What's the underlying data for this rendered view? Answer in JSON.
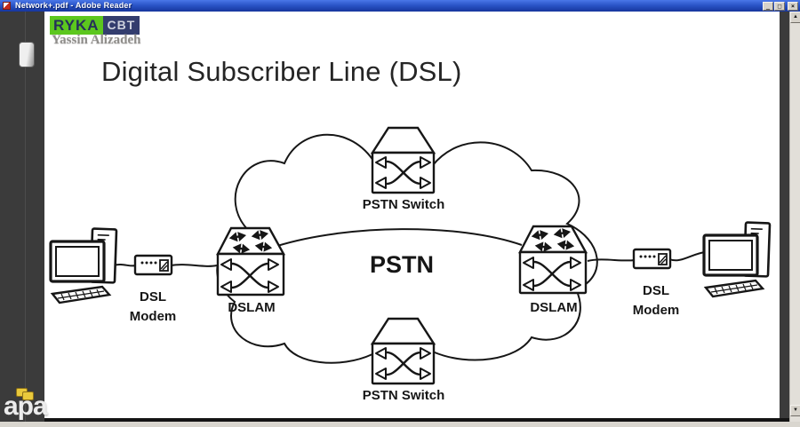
{
  "window": {
    "title": "Network+.pdf - Adobe Reader",
    "controls": {
      "minimize": "_",
      "restore": "□",
      "close": "×"
    }
  },
  "scrollbar": {
    "up": "▲",
    "down": "▼"
  },
  "sidebar": {
    "icons": [
      "page-thumbnails-icon",
      "sticky-note-icon"
    ]
  },
  "watermark": "apa",
  "slide": {
    "logo": {
      "primary": "RYKA",
      "secondary": "CBT"
    },
    "author": "Yassin Alizadeh",
    "title": "Digital Subscriber Line (DSL)"
  },
  "diagram": {
    "pstn_label": "PSTN",
    "pstn_switch_top": "PSTN Switch",
    "pstn_switch_bottom": "PSTN Switch",
    "dslam_left": "DSLAM",
    "dslam_right": "DSLAM",
    "modem_left": [
      "DSL",
      "Modem"
    ],
    "modem_right": [
      "DSL",
      "Modem"
    ]
  },
  "colors": {
    "titlebar_blue": "#2b55c8",
    "chrome_dark": "#3b3b3b",
    "logo_green": "#5cc71e",
    "logo_navy": "#333d6e",
    "diagram_stroke": "#161616"
  }
}
